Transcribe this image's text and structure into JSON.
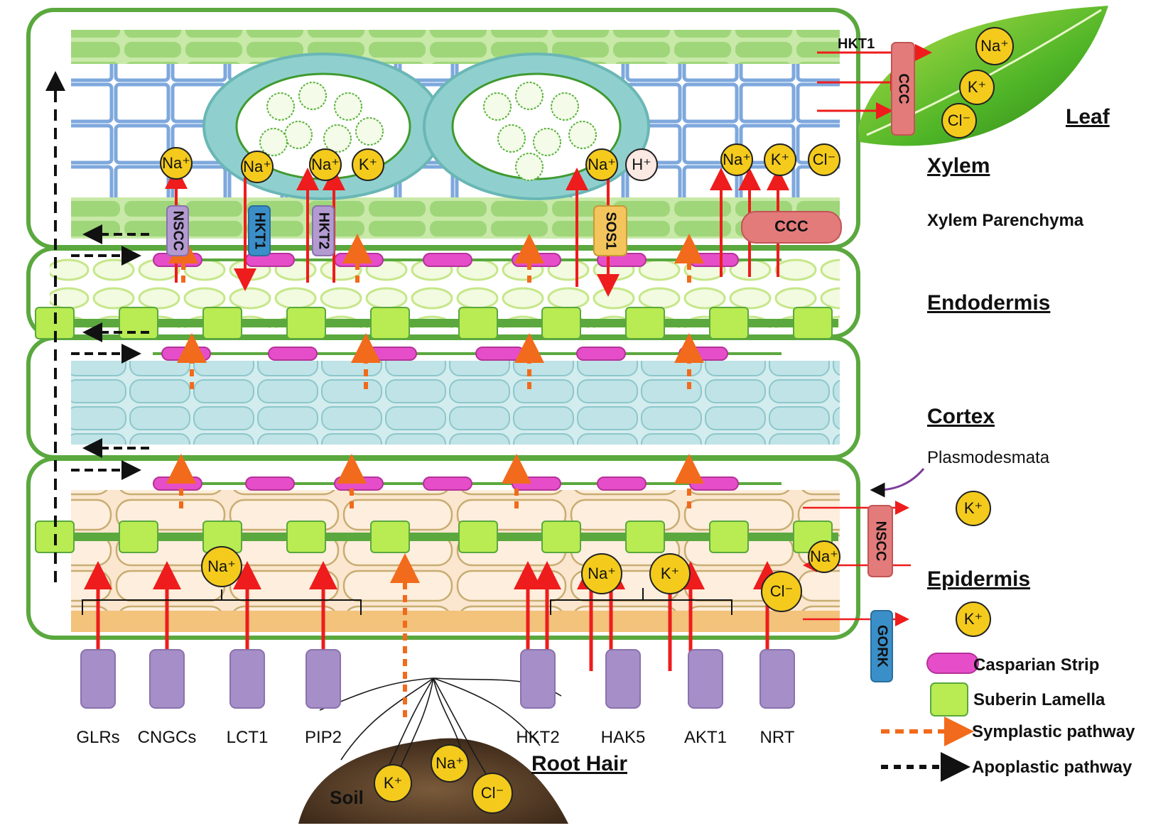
{
  "regions": {
    "leaf": "Leaf",
    "xylem": "Xylem",
    "xylem_parenchyma": "Xylem Parenchyma",
    "endodermis": "Endodermis",
    "cortex": "Cortex",
    "plasmodesmata": "Plasmodesmata",
    "epidermis": "Epidermis",
    "root_hair": "Root Hair",
    "soil": "Soil"
  },
  "leaf": {
    "transporter_label": "HKT1",
    "channel": "CCC",
    "ions": [
      "Na⁺",
      "K⁺",
      "Cl⁻"
    ]
  },
  "xylem_row": {
    "channels": [
      "NSCC",
      "HKT1",
      "HKT2",
      "SOS1",
      "CCC"
    ],
    "ions": [
      "Na⁺",
      "Na⁺",
      "Na⁺",
      "K⁺",
      "Na⁺",
      "H⁺",
      "Na⁺",
      "K⁺",
      "Cl⁻"
    ]
  },
  "epidermis": {
    "ions": [
      "Na⁺",
      "Na⁺",
      "K⁺",
      "Cl⁻"
    ],
    "side_channels": [
      "NSCC",
      "GORK"
    ],
    "side_ions": [
      "K⁺",
      "Na⁺",
      "K⁺"
    ]
  },
  "bottom_channels": [
    "GLRs",
    "CNGCs",
    "LCT1",
    "PIP2",
    "HKT2",
    "HAK5",
    "AKT1",
    "NRT"
  ],
  "soil_ions": [
    "K⁺",
    "Na⁺",
    "Cl⁻"
  ],
  "legend": {
    "casparian": "Casparian Strip",
    "suberin": "Suberin Lamella",
    "symplastic": "Symplastic pathway",
    "apoplastic": "Apoplastic pathway"
  },
  "colors": {
    "cell_border": "#5aa83e",
    "casparian": "#e54ec8",
    "suberin": "#b8ec52",
    "ion_fill": "#f4cb1c",
    "arrow_red": "#ee1c1c",
    "symplastic": "#f26a1b",
    "apoplastic": "#111111"
  }
}
